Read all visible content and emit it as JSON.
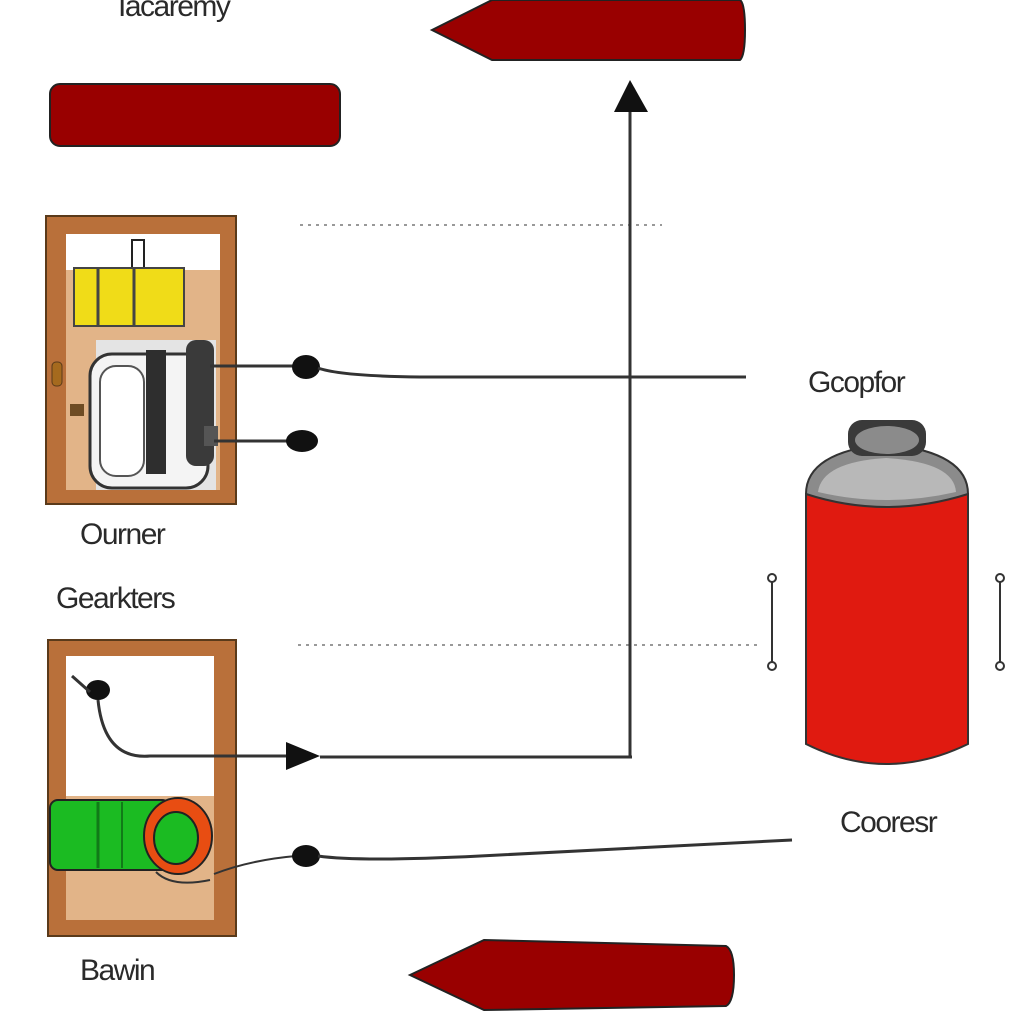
{
  "labels": {
    "title": "Iacaremy",
    "outlet_cabinet": "Ourner",
    "generators": "Gearkters",
    "compressor_top": "Gcopfor",
    "compressor_bottom": "Cooresr",
    "drawer_cabinet": "Bawin"
  },
  "colors": {
    "arrow_red": "#990000",
    "cylinder_red": "#e01a10",
    "cabinet_wood": "#b9703a",
    "cabinet_fill": "#e2b488",
    "yellow_block": "#f0dc18",
    "green_motor": "#1bbb22",
    "wire": "#333333"
  }
}
